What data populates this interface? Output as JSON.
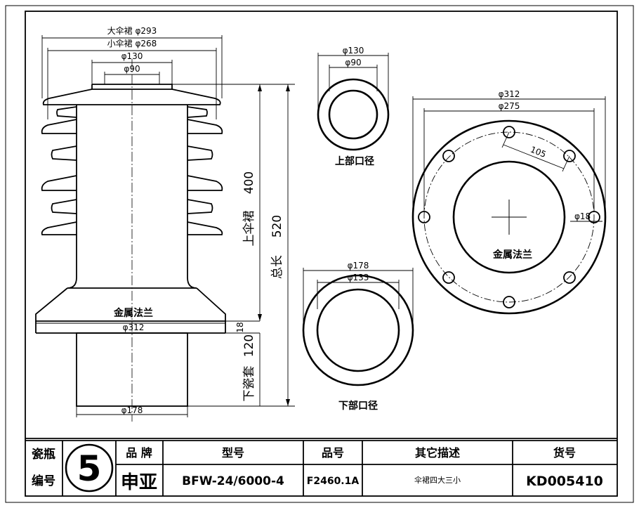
{
  "diagram": {
    "side_view": {
      "dim_large_shed": "大伞裙 φ293",
      "dim_small_shed": "小伞裙 φ268",
      "dim_top_outer": "φ130",
      "dim_top_inner": "φ90",
      "label_flange": "金属法兰",
      "dim_flange": "φ312",
      "dim_bottom": "φ178",
      "len_upper_value": "400",
      "len_upper_label": "上伞裙",
      "len_total_value": "520",
      "len_total_label": "总长",
      "len_flange_value": "18",
      "len_lower_value": "120",
      "len_lower_label": "下瓷套"
    },
    "top_port": {
      "dim_outer": "φ130",
      "dim_inner": "φ90",
      "label": "上部口径"
    },
    "bottom_port": {
      "dim_outer": "φ178",
      "dim_inner": "φ133",
      "label": "下部口径"
    },
    "flange_view": {
      "dim_outer": "φ312",
      "dim_pcd": "φ275",
      "dim_hole_spacing": "105",
      "dim_hole": "φ18",
      "label": "金属法兰"
    }
  },
  "title_block": {
    "label_serial_1": "瓷瓶",
    "label_serial_2": "编号",
    "serial_number": "5",
    "brand_header": "品 牌",
    "brand_value": "申亚",
    "model_header": "型号",
    "model_value": "BFW-24/6000-4",
    "part_header": "品号",
    "part_value": "F2460.1A",
    "desc_header": "其它描述",
    "desc_value": "伞裙四大三小",
    "sku_header": "货号",
    "sku_value": "KD005410"
  }
}
